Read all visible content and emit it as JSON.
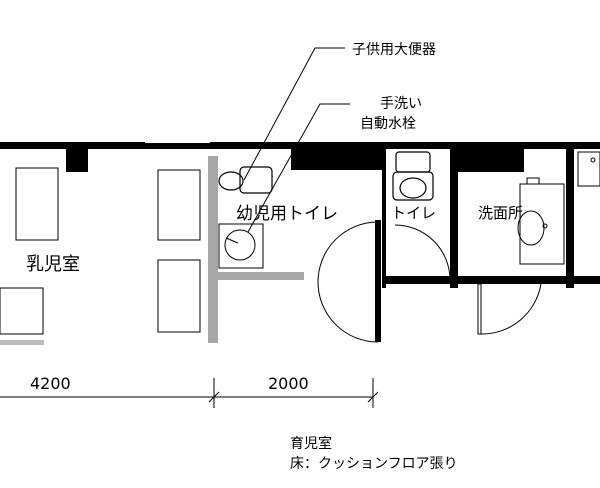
{
  "labels": {
    "callout_toilet": "子供用大便器",
    "callout_sink_1": "手洗い",
    "callout_sink_2": "自動水栓",
    "room_infant": "乳児室",
    "room_kids_toilet": "幼児用トイレ",
    "room_toilet": "トイレ",
    "room_washroom": "洗面所",
    "dim_left": "4200",
    "dim_right": "2000",
    "note_room": "育児室",
    "note_floor": "床：クッションフロア張り"
  },
  "colors": {
    "wall": "#000000",
    "partition": "#a6a6a6",
    "line": "#000000",
    "background": "#ffffff"
  }
}
